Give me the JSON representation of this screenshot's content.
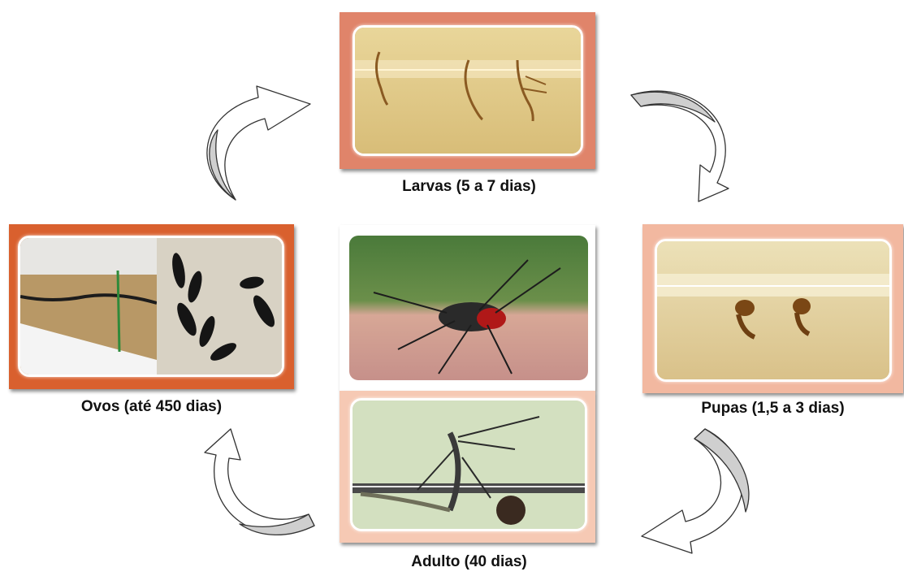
{
  "stages": {
    "larvas": {
      "caption": "Larvas (5 a 7 dias)",
      "frame_color": "#e0846a"
    },
    "pupas": {
      "caption": "Pupas (1,5 a 3 dias)",
      "frame_color": "#f2b8a0"
    },
    "adulto": {
      "caption": "Adulto (40 dias)",
      "frame_color": "#f6c9b4"
    },
    "ovos": {
      "caption": "Ovos (até 450 dias)",
      "frame_color": "#d9602e"
    }
  },
  "arrow_style": {
    "fill": "#ffffff",
    "shade": "#cfcfcf",
    "stroke": "#333333"
  }
}
